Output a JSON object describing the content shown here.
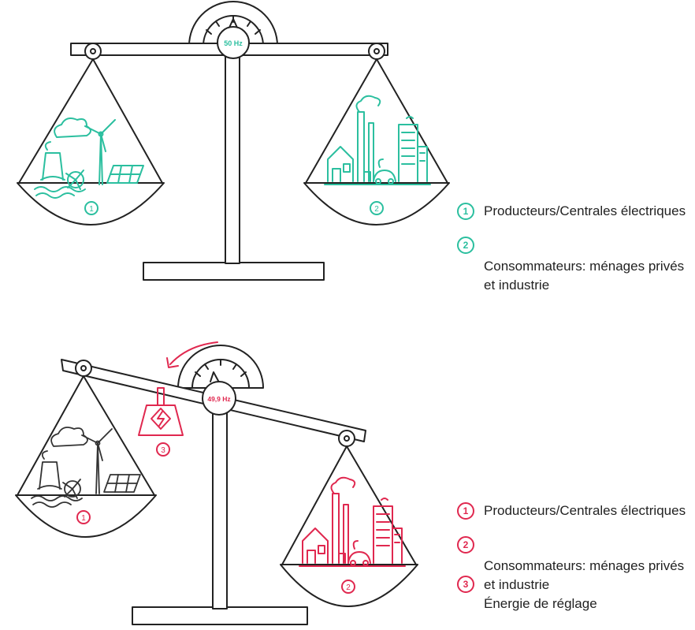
{
  "top_scale": {
    "frequency": "50 Hz",
    "pan_labels": [
      "1",
      "2"
    ]
  },
  "bottom_scale": {
    "frequency": "49,9 Hz",
    "pan_labels": [
      "1",
      "2"
    ],
    "weight_label": "3"
  },
  "legend_top": {
    "color": "#2bbf9f",
    "items": [
      {
        "num": "1",
        "text": "Producteurs/Centrales électriques"
      },
      {
        "num": "2",
        "text": "Consommateurs: ménages privés et industrie"
      }
    ]
  },
  "legend_bottom": {
    "color": "#e0284f",
    "items": [
      {
        "num": "1",
        "text": "Producteurs/Centrales électriques"
      },
      {
        "num": "2",
        "text": "Consommateurs: ménages privés et industrie"
      },
      {
        "num": "3",
        "text": "Énergie de réglage"
      }
    ]
  }
}
